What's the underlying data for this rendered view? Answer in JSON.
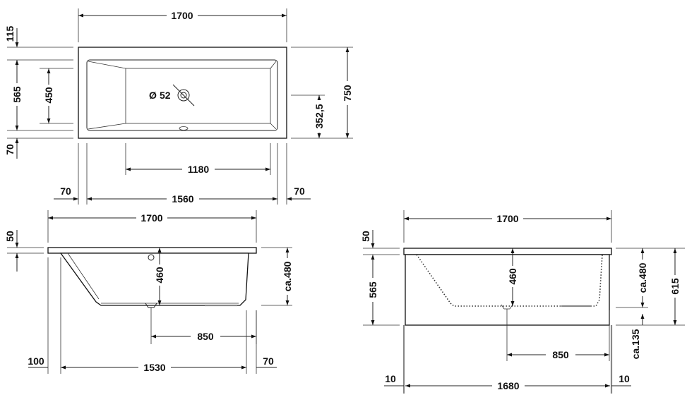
{
  "top_view": {
    "width_total": "1700",
    "width_inner": "1560",
    "width_flat": "1180",
    "rim_left": "70",
    "rim_right": "70",
    "rim_top": "115",
    "inner_h": "565",
    "bottom_h": "450",
    "rim_bottom": "70",
    "drain_offset": "352,5",
    "depth_total": "750",
    "drain_diameter": "52"
  },
  "side_view_left": {
    "width_total": "1700",
    "rim_thk": "50",
    "inner_depth": "460",
    "depth_ca": "ca.480",
    "drain_dist": "850",
    "left_gap": "100",
    "length_bottom": "1530",
    "right_gap": "70"
  },
  "side_view_right": {
    "width_total": "1700",
    "rim_thk": "50",
    "panel_h": "565",
    "inner_depth": "460",
    "depth_ca": "ca.480",
    "total_h": "615",
    "foot_h": "ca.135",
    "drain_dist": "850",
    "gap_left": "10",
    "panel_len": "1680",
    "gap_right": "10"
  }
}
